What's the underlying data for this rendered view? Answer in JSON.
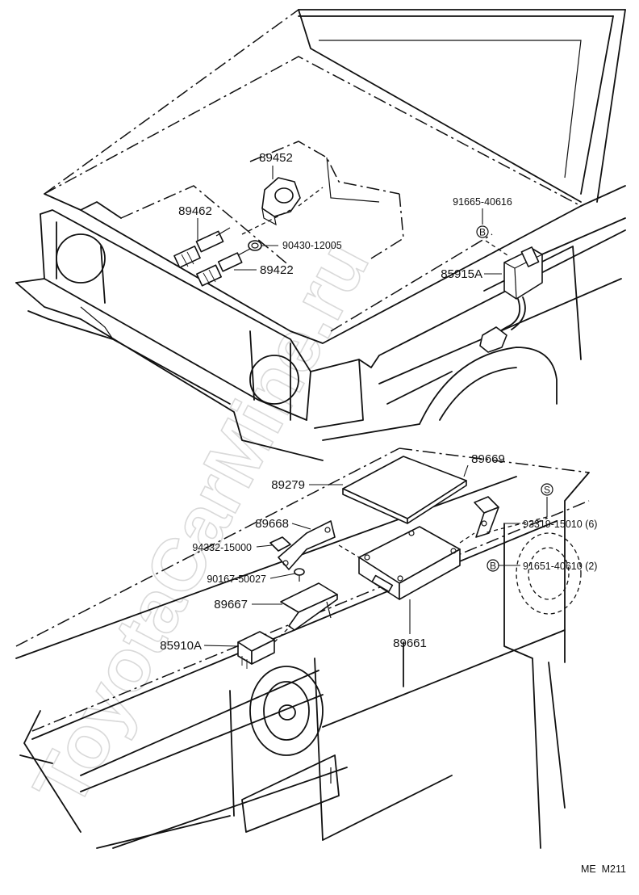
{
  "watermark": "ToyotaCarMine.ru",
  "diagram_code": "ME  M211",
  "ref_marks": {
    "b": "B",
    "s": "S"
  },
  "parts": {
    "p89452": "89452",
    "p89462": "89462",
    "p90430": "90430-12005",
    "p89422": "89422",
    "p91665": "91665-40616",
    "p85915A": "85915A",
    "p89669": "89669",
    "p89279": "89279",
    "p89668": "89668",
    "p94332": "94332-15000",
    "p90167": "90167-50027",
    "p89667": "89667",
    "p85910A": "85910A",
    "p89661": "89661",
    "p93319": "93319-15010 (6)",
    "p91651": "91651-40610 (2)"
  }
}
